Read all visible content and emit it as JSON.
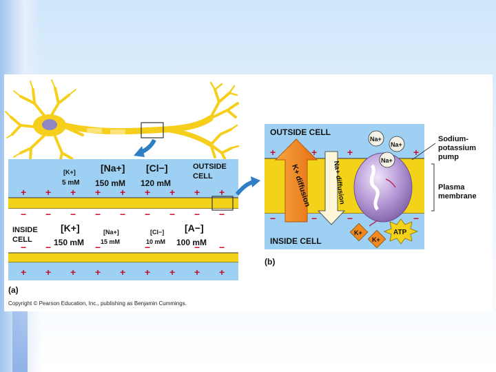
{
  "panel_a": {
    "outside_label_1": "OUTSIDE",
    "outside_label_2": "CELL",
    "inside_label_1": "INSIDE",
    "inside_label_2": "CELL",
    "outside_ions": [
      {
        "ion": "[K+]",
        "conc": "5 mM"
      },
      {
        "ion": "[Na+]",
        "conc": "150 mM"
      },
      {
        "ion": "[Cl−]",
        "conc": "120 mM"
      }
    ],
    "inside_ions": [
      {
        "ion": "[K+]",
        "conc": "150 mM"
      },
      {
        "ion": "[Na+]",
        "conc": "15 mM"
      },
      {
        "ion": "[Cl−]",
        "conc": "10 mM"
      },
      {
        "ion": "[A−]",
        "conc": "100 mM"
      }
    ],
    "plus": "+",
    "minus": "−",
    "letter": "(a)"
  },
  "panel_b": {
    "outside_label": "OUTSIDE CELL",
    "inside_label": "INSIDE CELL",
    "k_diffusion": "K+ diffusion",
    "na_diffusion": "Na+ diffusion",
    "na_ion": "Na+",
    "k_ion": "K+",
    "atp": "ATP",
    "pump_label_1": "Sodium-",
    "pump_label_2": "potassium",
    "pump_label_3": "pump",
    "membrane_label_1": "Plasma",
    "membrane_label_2": "membrane",
    "letter": "(b)"
  },
  "copyright": "Copyright © Pearson Education, Inc., publishing as Benjamin Cummings.",
  "colors": {
    "outside_blue": "#9dd0f3",
    "membrane_yellow": "#f3d21a",
    "neuron_yellow": "#f6cf1c",
    "arrow_blue": "#2f7fc4",
    "arrow_orange": "#f08a1e",
    "pump_purple": "#b79ad6"
  }
}
